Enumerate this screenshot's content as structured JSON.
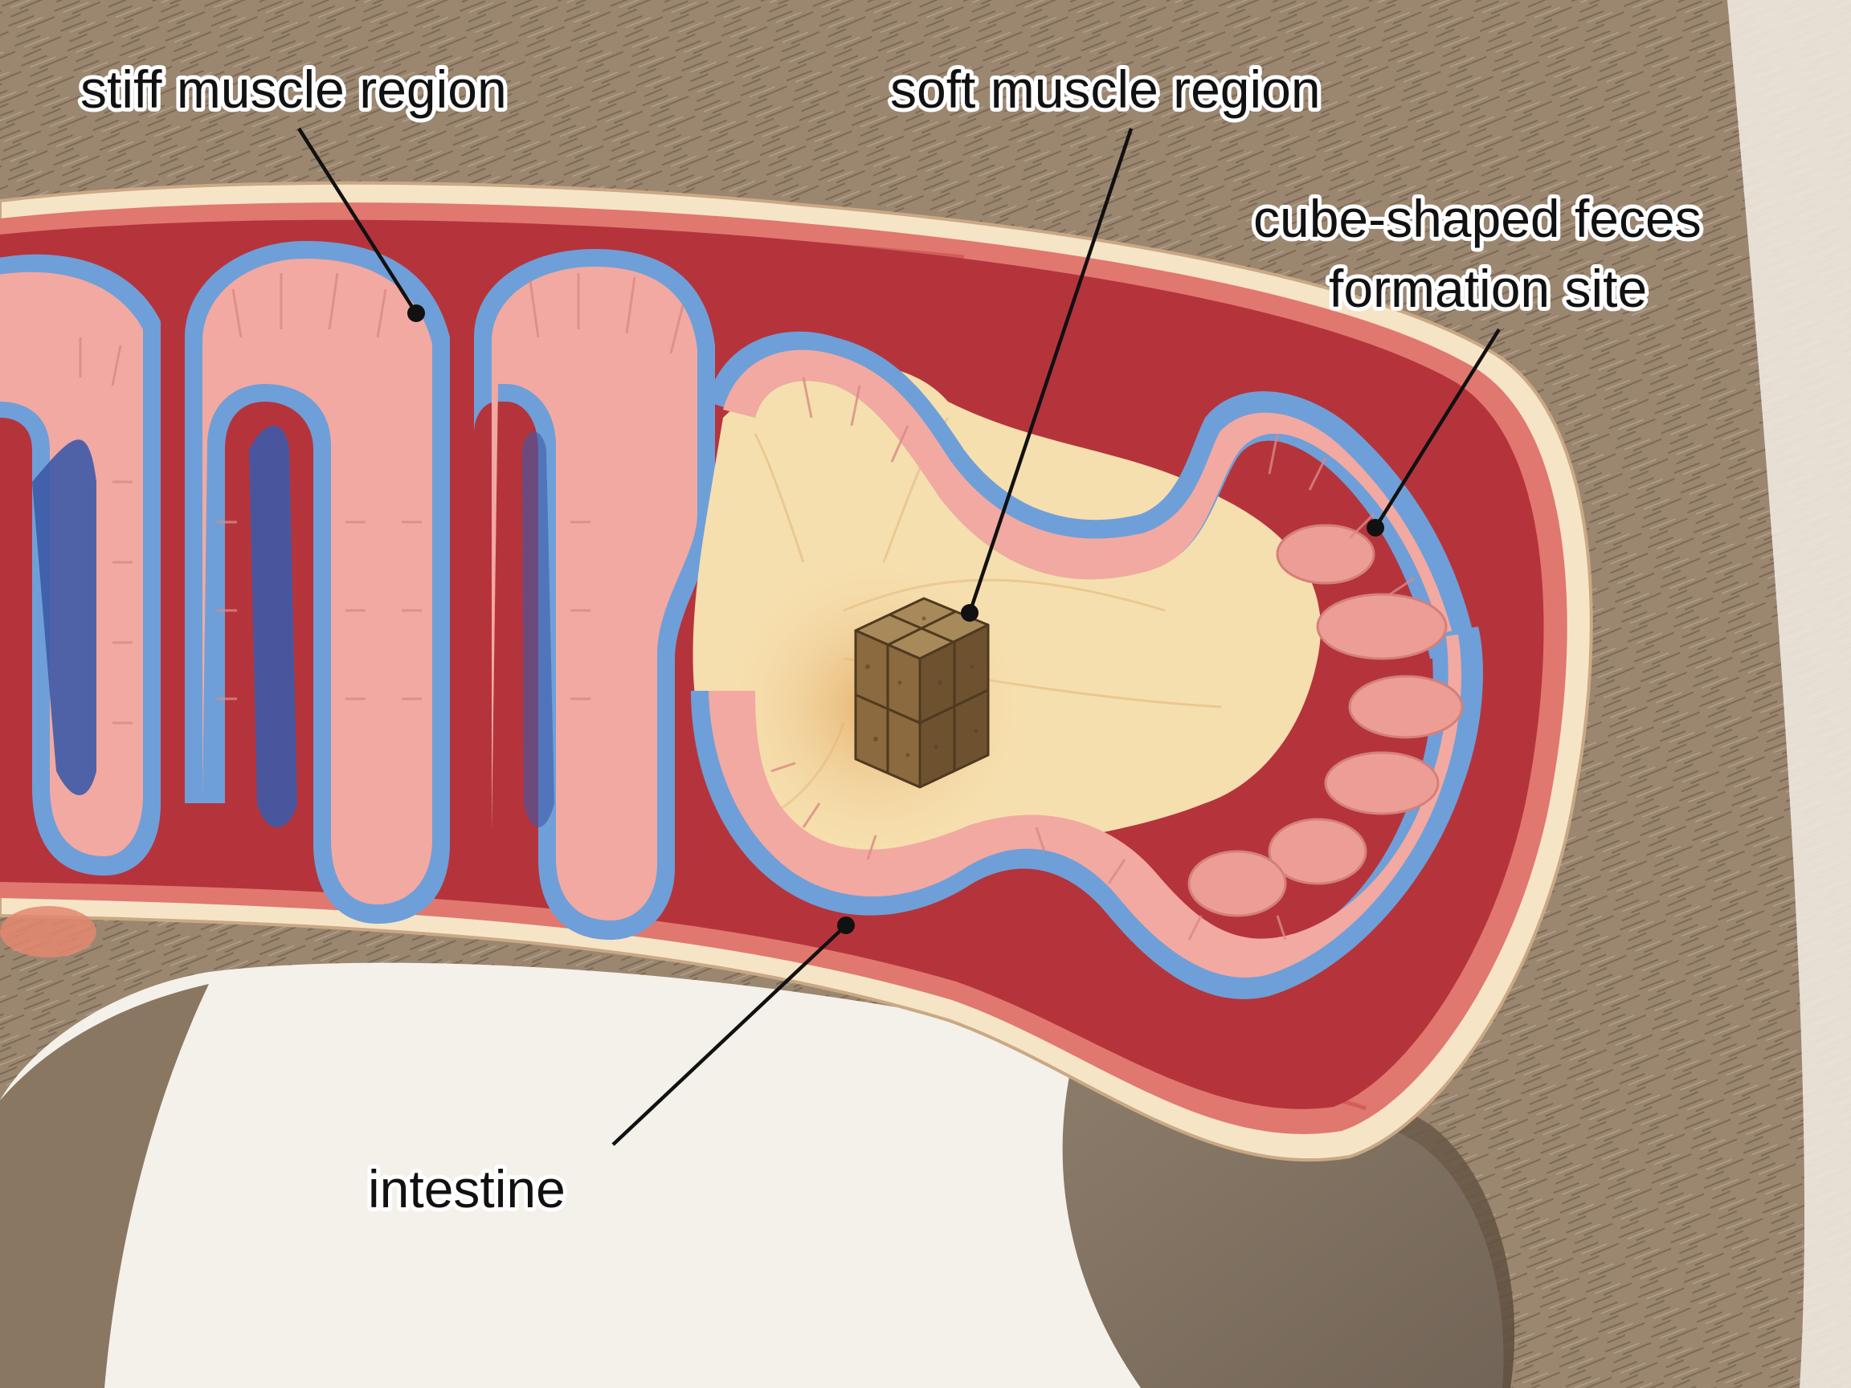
{
  "labels": {
    "stiff": "stiff muscle region",
    "soft": "soft muscle region",
    "cube_line1": "cube-shaped feces",
    "cube_line2": "formation site",
    "intestine": "intestine"
  },
  "colors": {
    "fur": "#9b8670",
    "fur_dark": "#6f5e4c",
    "background": "#f4f1ea",
    "serosa": "#f6e4c6",
    "muscle_wall": "#e0786f",
    "submucosa_red": "#b5343c",
    "mucosa_blue": "#6f9fd8",
    "villi_pink": "#f2a9a1",
    "mesentery": "#f6dfae",
    "lumen_blue": "#3d5aa8",
    "feces": "#8a6a3e"
  }
}
